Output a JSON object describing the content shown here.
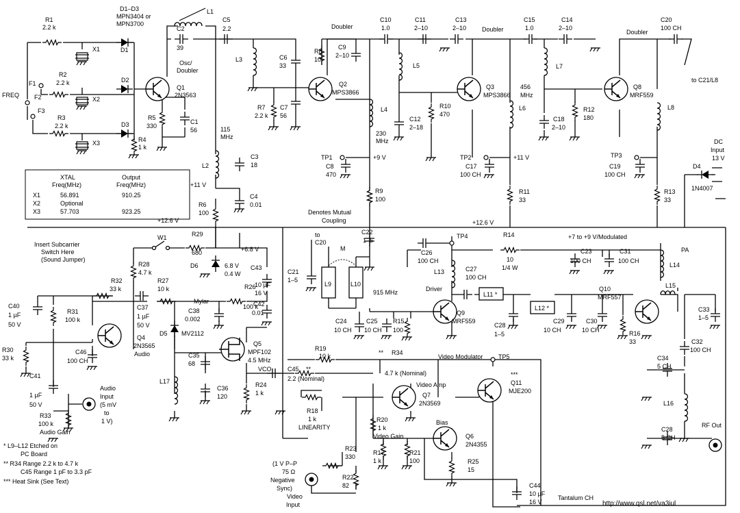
{
  "url": "http://www.qsl.net/va3iul",
  "rails": {
    "r_12v6": "+12.6 V",
    "r_11v": "+11 V",
    "r_9v": "+9 V",
    "r_11v_q3": "+11 V",
    "r_6v8": "+6.8 V",
    "r_12v6_mid": "+12.6 V",
    "r_pa_mod": "+7 to +9 V/Modulated",
    "dc_in_1": "DC",
    "dc_in_2": "Input",
    "dc_in_3": "13 V"
  },
  "stages": {
    "osc_1": "Osc/",
    "osc_2": "Doubler",
    "doubler_1": "Doubler",
    "doubler_2": "Doubler",
    "doubler_3": "Doubler",
    "driver": "Driver",
    "pa": "PA",
    "video_mod": "Video Modulator",
    "video_amp": "Video Amp",
    "bias": "Bias",
    "video_gain": "Video Gain",
    "linearity": "LINEARITY",
    "audio_gain": "Audio Gain",
    "audio": "Audio",
    "to_c21": "to C21/L8",
    "rf_out": "RF Out",
    "freq": "FREQ"
  },
  "freqs": {
    "f115_1": "115",
    "f115_2": "MHz",
    "f230_1": "230",
    "f230_2": "MHz",
    "f456_1": "456",
    "f456_2": "MHz",
    "f915": "915 MHz",
    "tp1": "TP1",
    "tp2": "TP2",
    "tp3": "TP3",
    "tp4": "TP4",
    "tp5": "TP5",
    "f1": "F1",
    "f2": "F2",
    "f3": "F3"
  },
  "parts": {
    "r1": "R1",
    "r1v": "2.2 k",
    "r2": "R2",
    "r2v": "2.2 k",
    "r3": "R3",
    "r3v": "2.2 k",
    "d1": "D1–D3",
    "d1v1": "MPN3404 or",
    "d1v2": "MPN3700",
    "d1b": "D1",
    "d2": "D2",
    "d3": "D3",
    "x1": "X1",
    "x2": "X2",
    "x3": "X3",
    "q1": "Q1",
    "q1v": "2N3563",
    "r5": "R5",
    "r5v": "330",
    "c1": "C1",
    "c1v": "56",
    "r4": "R4",
    "r4v": "1 k",
    "l1": "L1",
    "c2": "C2",
    "c2v": "39",
    "c5": "C5",
    "c5v": "2.2",
    "l3": "L3",
    "c6": "C6",
    "c6v": "33",
    "c7": "C7",
    "c7v": "56",
    "r7": "R7",
    "r7v": "2.2 k",
    "l2": "L2",
    "c3": "C3",
    "c3v": "18",
    "c4": "C4",
    "c4v": "0.01",
    "r6": "R6",
    "r6v": "100",
    "r8": "R8",
    "r8v": "10",
    "c9": "C9",
    "c9v": "2–10",
    "q2": "Q2",
    "q2v": "MPS3866",
    "l4": "L4",
    "c8": "C8",
    "c8v": "470",
    "r9": "R9",
    "r9v": "100",
    "c10": "C10",
    "c10v": "1.0",
    "c11": "C11",
    "c11v": "2–10",
    "c13": "C13",
    "c13v": "2–10",
    "l5": "L5",
    "c12": "C12",
    "c12v": "2–18",
    "r10": "R10",
    "r10v": "470",
    "q3": "Q3",
    "q3v": "MPS3866",
    "l6": "L6",
    "c17": "C17",
    "c17v": "100 CH",
    "r11": "R11",
    "r11v": "33",
    "c15": "C15",
    "c15v": "1.0",
    "c14": "C14",
    "c14v": "2–10",
    "l7": "L7",
    "c18": "C18",
    "c18v": "2–10",
    "r12": "R12",
    "r12v": "180",
    "q8": "Q8",
    "q8v": "MRF559",
    "l8": "L8",
    "c19": "C19",
    "c19v": "100 CH",
    "r13": "R13",
    "r13v": "33",
    "c20": "C20",
    "c20v": "100 CH",
    "d4": "D4",
    "d4v": "1N4007",
    "w1": "W1",
    "r29": "R29",
    "r29v": "680",
    "r28": "R28",
    "r28v": "4.7 k",
    "d6": "D6",
    "d6v1": "6.8 V",
    "d6v2": "0.4 W",
    "c43": "C43",
    "c43v1": "10 µF",
    "c43v2": "16 V",
    "r32": "R32",
    "r32v": "33 k",
    "r27": "R27",
    "r27v": "10 k",
    "r26": "R26",
    "r26v": "100 k",
    "c40": "C40",
    "c40v1": "1 µF",
    "c40v2": "50 V",
    "r31": "R31",
    "r31v": "100 k",
    "c37": "C37",
    "c37v1": "1 µF",
    "c37v2": "50 V",
    "mylar": "Mylar",
    "c38": "C38",
    "c38v": "0.002",
    "c42": "C42",
    "c42v": "0.01",
    "r30": "R30",
    "r30v": "33 k",
    "q4": "Q4",
    "q4v": "2N3565",
    "c46": "C46",
    "c46v": "100 CH",
    "d5": "D5",
    "d5v": "MV2112",
    "q5": "Q5",
    "q5v1": "MPF102",
    "q5v2": "4.5 MHz",
    "c35": "C35",
    "c35v": "68",
    "l17": "L17",
    "c36": "C36",
    "c36v": "120",
    "r24": "R24",
    "r24v": "1 k",
    "c41": "C41",
    "c41v1": "1 µF",
    "c41v2": "50 V",
    "r33": "R33",
    "r33v": "100 k",
    "ain1": "Audio",
    "ain2": "Input",
    "ain3": "(5 mV",
    "ain4": "to",
    "ain5": "1 V)",
    "l9": "L9",
    "l10": "L10",
    "c21": "C21",
    "c21v": "1–5",
    "c22": "C22",
    "c22v": "1–5",
    "to_lbl": "to",
    "to_c20": "C20",
    "mut1": "Denotes Mutual",
    "mut2": "Coupling",
    "m": "M",
    "c26": "C26",
    "c26v": "100 CH",
    "l13": "L13",
    "c27": "C27",
    "c27v": "100 CH",
    "r14": "R14",
    "r14v1": "10",
    "r14v2": "1/4 W",
    "c23": "C23",
    "c23v": "100 CH",
    "c31": "C31",
    "c31v": "100 CH",
    "l14": "L14",
    "q9": "Q9",
    "q9v": "MRF559",
    "l11": "L11 *",
    "l12": "L12 *",
    "q10": "Q10",
    "q10v": "MRF557",
    "l15": "L15",
    "c33": "C33",
    "c33v": "1–5",
    "c24": "C24",
    "c24v": "10 CH",
    "c25": "C25",
    "c25v": "10 CH",
    "r15": "R15",
    "r15v": "100",
    "c28": "C28",
    "c28v": "1–5",
    "c29": "C29",
    "c29v": "10 CH",
    "c30": "C30",
    "c30v": "10 CH",
    "r16": "R16",
    "r16v": "33",
    "c32": "C32",
    "c32v": "100 CH",
    "c34": "C34",
    "c34v": "5 CH",
    "l16": "L16",
    "c28b": "C28",
    "c28bv": "5 CH",
    "r19": "R19",
    "r19v": "10 k",
    "r34": "R34",
    "r34v": "4.7 k (Nominal)",
    "r34s": "**",
    "vco": "VCO",
    "c45": "C45",
    "c45s": "**",
    "c45v": "2.2 (Nominal)",
    "q11": "Q11",
    "q11v": "MJE200",
    "q11s": "***",
    "q7": "Q7",
    "q7v": "2N3569",
    "r18": "R18",
    "r18v": "1 k",
    "r20": "R20",
    "r20v": "1 k",
    "q6": "Q6",
    "q6v": "2N4355",
    "r25": "R25",
    "r25v": "15",
    "r23": "R23",
    "r23v": "330",
    "r22": "R22",
    "r22v": "82",
    "r17": "R17",
    "r17v": "1 k",
    "r21": "R21",
    "r21v": "100",
    "c44": "C44",
    "c44v1": "10 µF",
    "c44v2": "16 V",
    "tant": "Tantalum CH",
    "vin1": "(1 V P–P",
    "vin2": "75 Ω",
    "vin3": "Negative",
    "vin4": "Sync)",
    "vin5": "Video",
    "vin6": "Input",
    "sub1": "Insert Subcarrier",
    "sub2": "Switch Here",
    "sub3": "(Sound Jumper)"
  },
  "xtal_table": {
    "head_xtal1": "XTAL",
    "head_xtal2": "Freq(MHz)",
    "head_out1": "Output",
    "head_out2": "Freq(MHz)",
    "rows": [
      {
        "id": "X1",
        "xtal": "56.891",
        "out": "910.25"
      },
      {
        "id": "X2",
        "xtal": "Optional",
        "out": ""
      },
      {
        "id": "X3",
        "xtal": "57.703",
        "out": "923.25"
      }
    ]
  },
  "notes": {
    "n1": "* L9–L12 Etched on",
    "n1b": "PC Board",
    "n2": "** R34 Range 2.2 k to 4.7 k",
    "n2b": "C45 Range 1 pF to 3.3 pF",
    "n3": "*** Heat Sink (See Text)"
  }
}
